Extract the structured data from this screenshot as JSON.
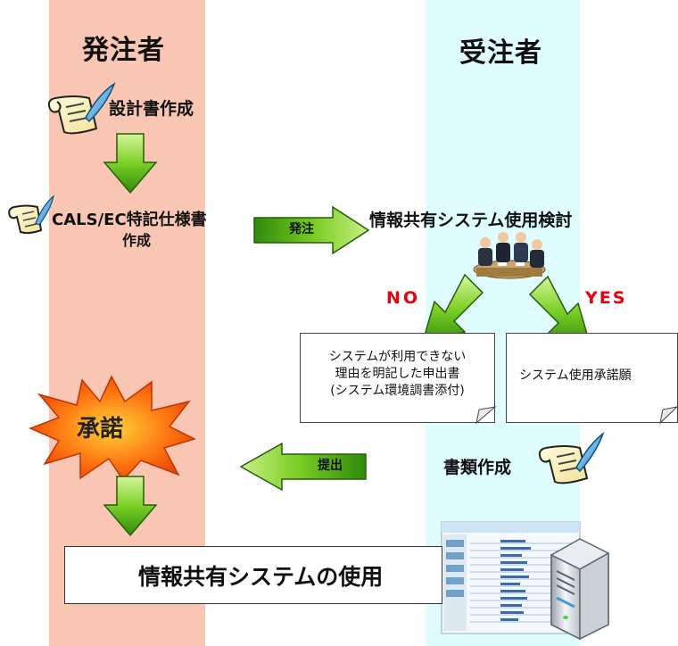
{
  "lanes": {
    "client": "発注者",
    "contractor": "受注者"
  },
  "steps": {
    "design_doc": "設計書作成",
    "cals_spec_line1": "CALS/EC特記仕様書",
    "cals_spec_line2": "作成",
    "order_arrow": "発注",
    "study": "情報共有システム使用検討",
    "no": "NO",
    "yes": "YES",
    "no_box_line1": "システムが利用できない",
    "no_box_line2": "理由を明記した申出書",
    "no_box_line3": "(システム環境調書添付)",
    "yes_box": "システム使用承諾願",
    "approval": "承諾",
    "submit_arrow": "提出",
    "docs": "書類作成",
    "use": "情報共有システムの使用"
  },
  "colors": {
    "client_lane": "#f8c6b3",
    "contractor_lane": "#dffdff",
    "arrow_green": "#6cc11c",
    "burst_orange": "#f25c0c",
    "no_yes_red": "#e8000b"
  }
}
